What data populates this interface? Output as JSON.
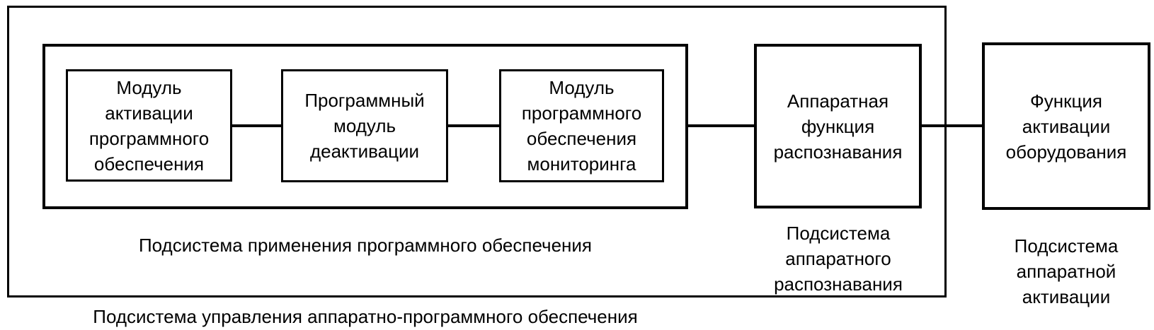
{
  "diagram": {
    "colors": {
      "background": "#ffffff",
      "line": "#000000",
      "text": "#000000"
    },
    "control_subsystem": {
      "label": "Подсистема управления аппаратно-программного обеспечения"
    },
    "software_subsystem": {
      "label": "Подсистема применения программного обеспечения",
      "modules": [
        {
          "lines": [
            "Модуль",
            "активации",
            "программного",
            "обеспечения"
          ]
        },
        {
          "lines": [
            "Программный",
            "модуль",
            "деактивации"
          ]
        },
        {
          "lines": [
            "Модуль",
            "программного",
            "обеспечения",
            "мониторинга"
          ]
        }
      ]
    },
    "hardware_recognition": {
      "box_lines": [
        "Аппаратная",
        "функция",
        "распознавания"
      ],
      "label_lines": [
        "Подсистема",
        "аппаратного",
        "распознавания"
      ]
    },
    "hardware_activation": {
      "box_lines": [
        "Функция",
        "активации",
        "оборудования"
      ],
      "label_lines": [
        "Подсистема",
        "аппаратной",
        "активации"
      ]
    }
  }
}
